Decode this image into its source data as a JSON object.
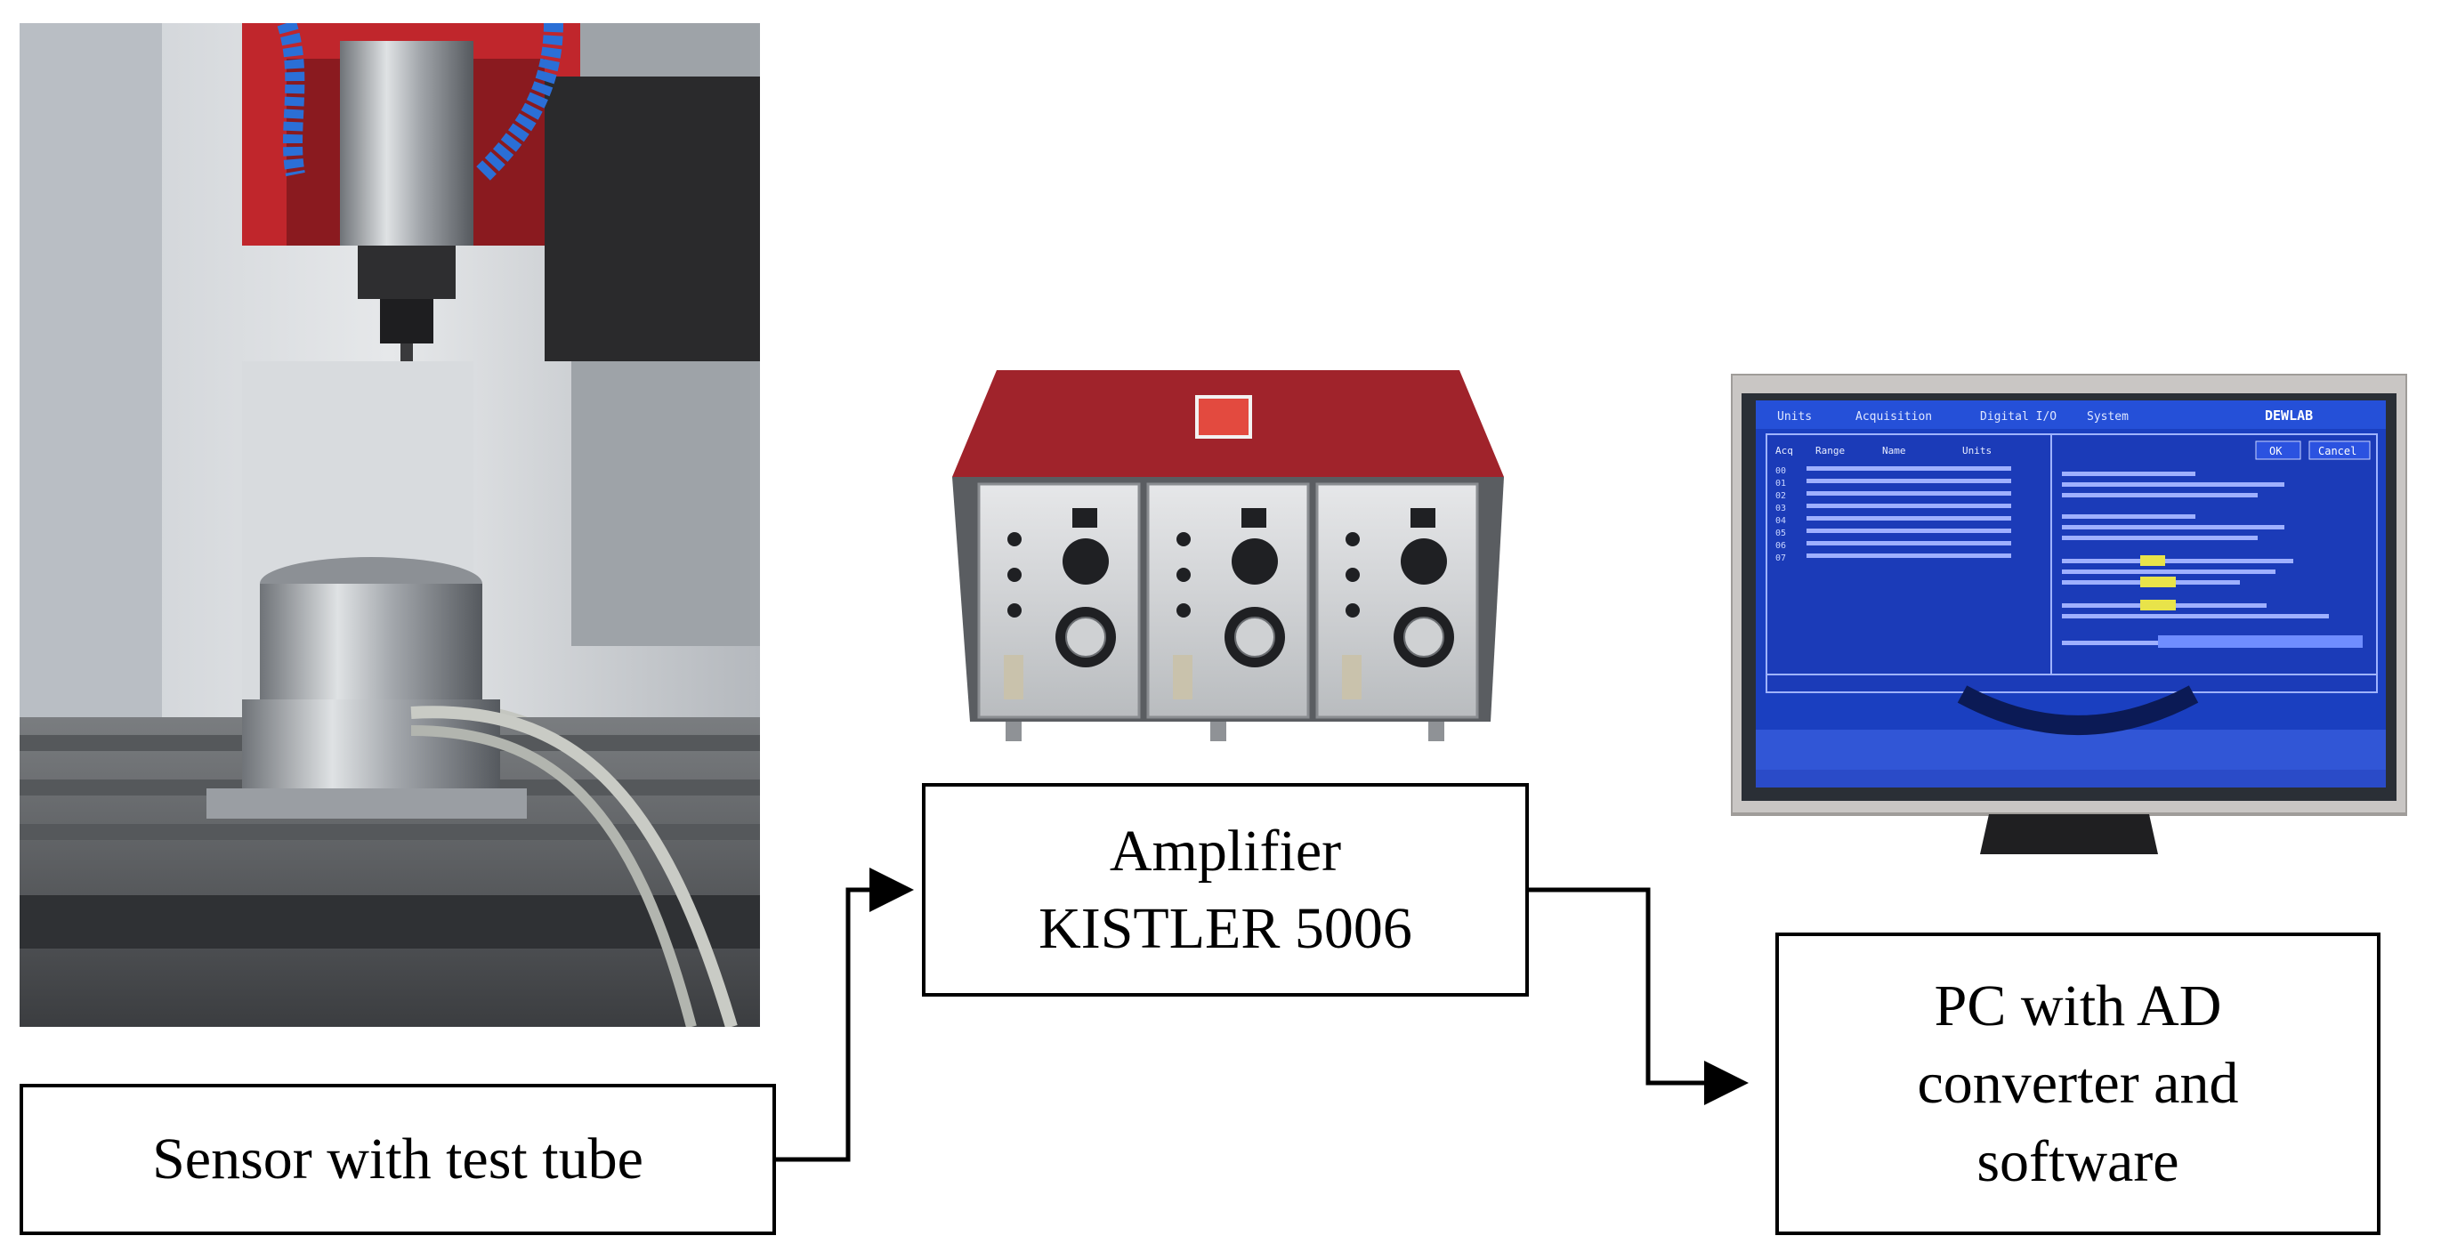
{
  "colors": {
    "background": "#ffffff",
    "stroke": "#000000",
    "amplifier_body": "#a0232b",
    "screen_blue": "#1a3fc0",
    "monitor_bezel": "#c9c6c4"
  },
  "nodes": {
    "sensor": {
      "lines": [
        "Sensor with test tube"
      ]
    },
    "amplifier": {
      "lines": [
        "Amplifier",
        "KISTLER 5006"
      ]
    },
    "pc": {
      "lines": [
        "PC with AD",
        "converter and",
        "software"
      ]
    }
  },
  "edges": [
    {
      "from": "sensor",
      "to": "amplifier"
    },
    {
      "from": "amplifier",
      "to": "pc"
    }
  ],
  "images": {
    "machine_photo": {
      "icon": "milling-machine-photo"
    },
    "amplifier_photo": {
      "icon": "charge-amplifier-photo"
    },
    "monitor_photo": {
      "icon": "monitor-photo",
      "screen_menu": [
        "Units",
        "Acquisition",
        "Digital I/O",
        "System"
      ],
      "screen_brand": "DEWLAB",
      "screen_buttons": [
        "OK",
        "Cancel"
      ],
      "screen_header": [
        "Acq",
        "Range",
        "Name",
        "Units"
      ],
      "screen_rows": [
        "00",
        "01",
        "02",
        "03",
        "04",
        "05",
        "06",
        "07"
      ]
    }
  }
}
